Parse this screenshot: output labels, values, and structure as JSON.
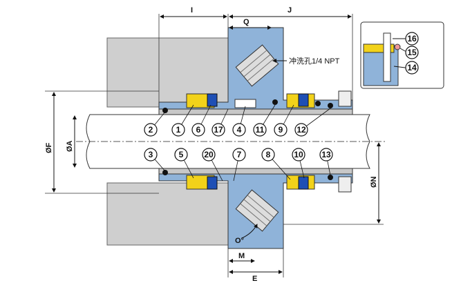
{
  "dimensions": {
    "I": "I",
    "J": "J",
    "Q": "Q",
    "M": "M",
    "E": "E",
    "F": "ØF",
    "A": "ØA",
    "N": "ØN",
    "angle": "O°"
  },
  "flush_port_label": "冲洗孔1/4 NPT",
  "callouts_top": [
    "2",
    "1",
    "6",
    "17",
    "4",
    "11",
    "9",
    "12"
  ],
  "callouts_bottom": [
    "3",
    "5",
    "20",
    "7",
    "8",
    "10",
    "13"
  ],
  "inset_callouts": [
    "16",
    "15",
    "14"
  ],
  "colors": {
    "housing": "#8fb3d9",
    "housing_dark": "#6a93c4",
    "gland_gray": "#c8c8c8",
    "shaft": "#ffffff",
    "spring_yellow": "#f2d21a",
    "face_blue": "#1e4fb5",
    "oring_black": "#111111",
    "wall_gray": "#cfcfcf"
  }
}
